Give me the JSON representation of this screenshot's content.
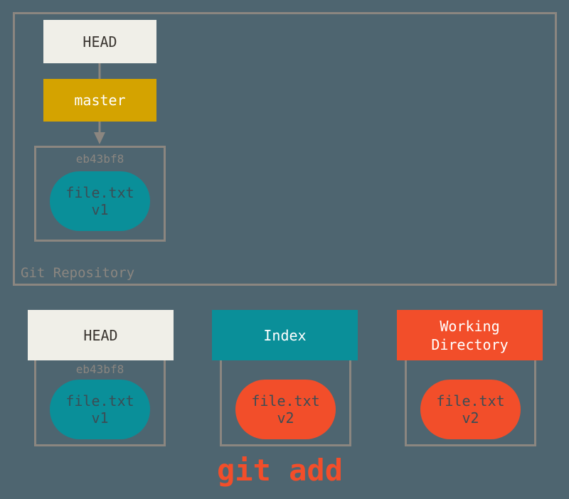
{
  "repository": {
    "label": "Git Repository",
    "head": "HEAD",
    "branch": "master",
    "commit": {
      "hash": "eb43bf8",
      "file": "file.txt",
      "version": "v1"
    }
  },
  "trees": [
    {
      "title": "HEAD",
      "hash": "eb43bf8",
      "file": "file.txt",
      "version": "v1"
    },
    {
      "title": "Index",
      "hash": "",
      "file": "file.txt",
      "version": "v2"
    },
    {
      "title_line1": "Working",
      "title_line2": "Directory",
      "hash": "",
      "file": "file.txt",
      "version": "v2"
    }
  ],
  "command": "git add",
  "colors": {
    "background": "#4e6570",
    "head": "#f0efe8",
    "master": "#d4a300",
    "index": "#0a8f99",
    "working_directory": "#f24e2a",
    "frame": "#8b8680"
  }
}
